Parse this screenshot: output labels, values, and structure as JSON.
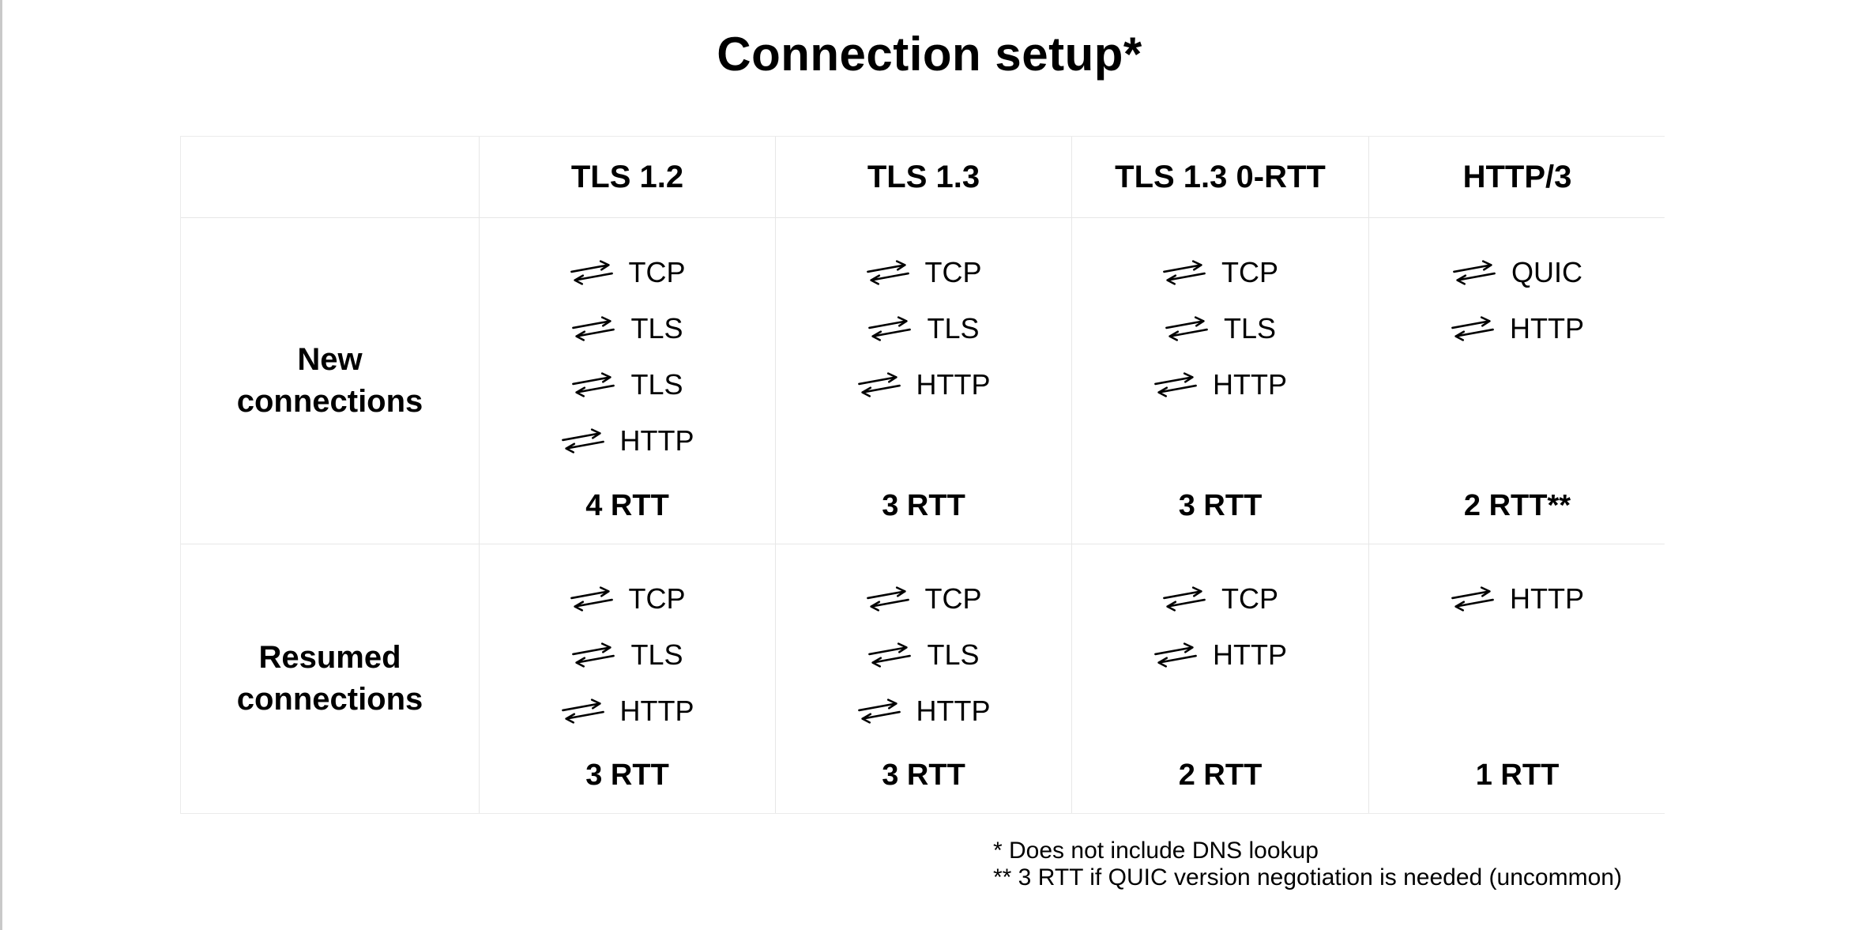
{
  "page": {
    "title": "Connection setup*",
    "footnotes": [
      "* Does not include DNS lookup",
      "** 3 RTT if QUIC version negotiation is needed (uncommon)"
    ]
  },
  "colors": {
    "text": "#000000",
    "table_border": "#e7e7e7",
    "slide_edge": "#c9c9c9",
    "background": "#ffffff"
  },
  "icons": {
    "exchange": "exchange-arrows-icon (request/response round-trip arrows)"
  },
  "table": {
    "columns": [
      "",
      "TLS 1.2",
      "TLS 1.3",
      "TLS 1.3 0-RTT",
      "HTTP/3"
    ],
    "rows": [
      {
        "label": "New connections",
        "cells": [
          {
            "steps": [
              "TCP",
              "TLS",
              "TLS",
              "HTTP"
            ],
            "rtt": "4 RTT"
          },
          {
            "steps": [
              "TCP",
              "TLS",
              "HTTP"
            ],
            "rtt": "3 RTT"
          },
          {
            "steps": [
              "TCP",
              "TLS",
              "HTTP"
            ],
            "rtt": "3 RTT"
          },
          {
            "steps": [
              "QUIC",
              "HTTP"
            ],
            "rtt": "2 RTT**"
          }
        ]
      },
      {
        "label": "Resumed connections",
        "cells": [
          {
            "steps": [
              "TCP",
              "TLS",
              "HTTP"
            ],
            "rtt": "3 RTT"
          },
          {
            "steps": [
              "TCP",
              "TLS",
              "HTTP"
            ],
            "rtt": "3 RTT"
          },
          {
            "steps": [
              "TCP",
              "HTTP"
            ],
            "rtt": "2 RTT"
          },
          {
            "steps": [
              "HTTP"
            ],
            "rtt": "1 RTT"
          }
        ]
      }
    ]
  }
}
